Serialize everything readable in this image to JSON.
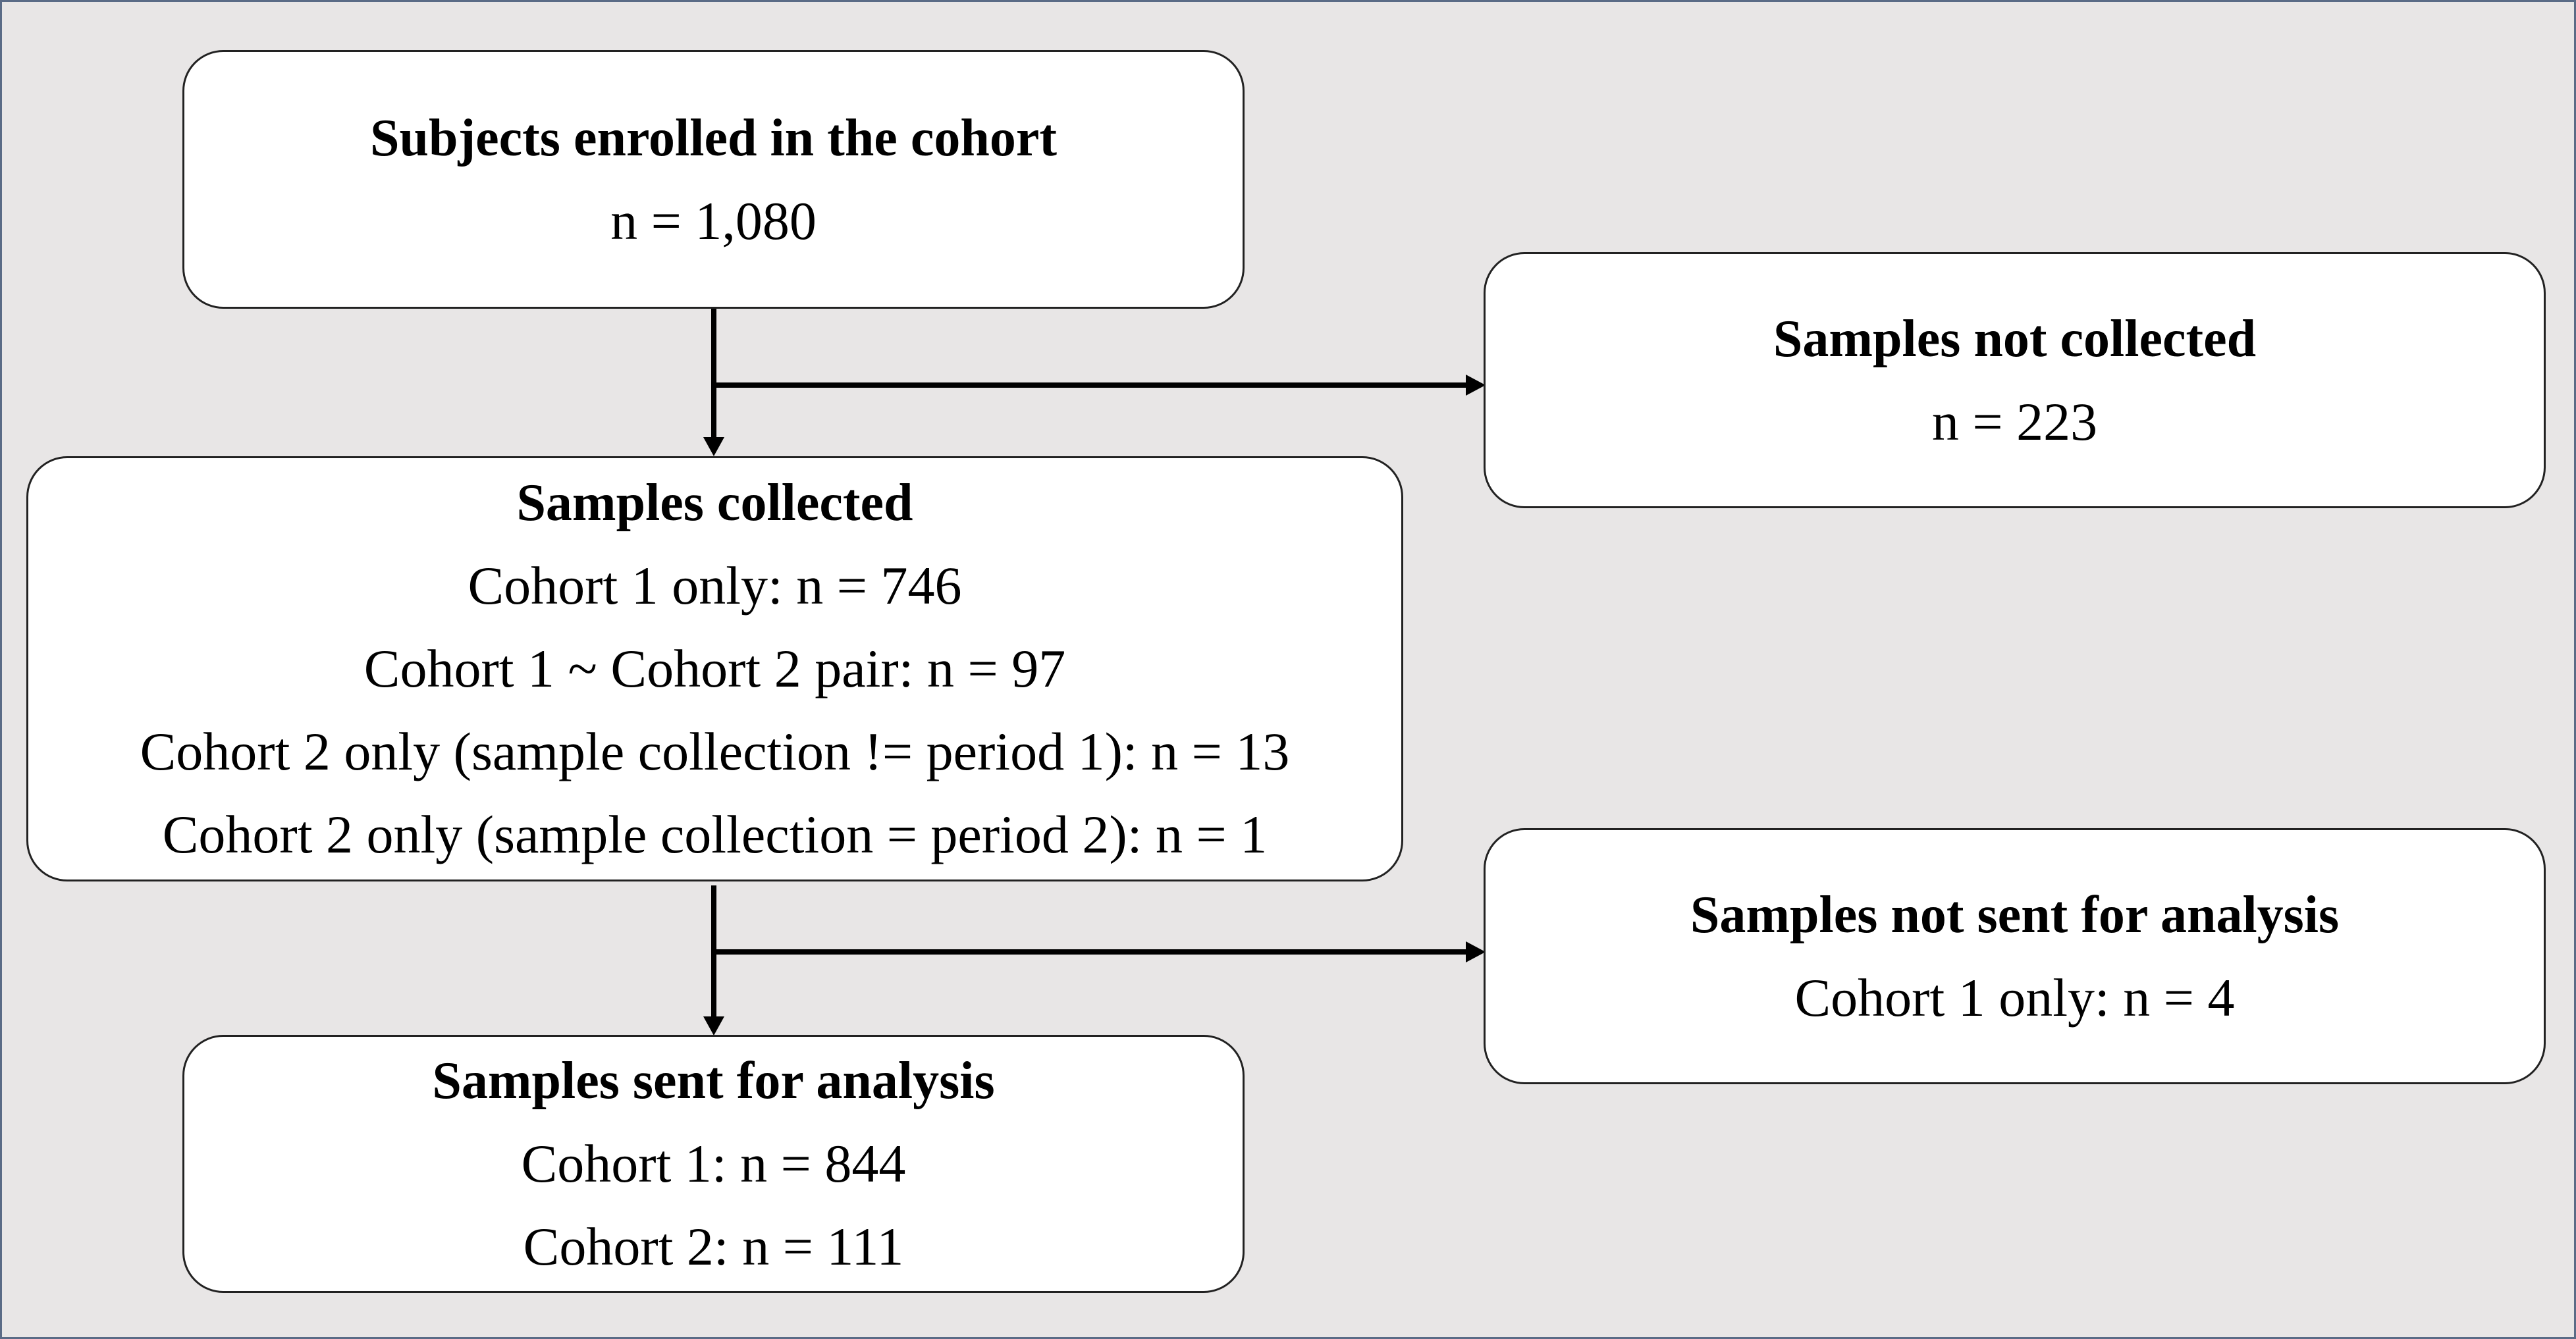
{
  "flowchart": {
    "enrolled": {
      "title": "Subjects enrolled in the cohort",
      "lines": [
        "n = 1,080"
      ]
    },
    "not_collected": {
      "title": "Samples not collected",
      "lines": [
        "n = 223"
      ]
    },
    "collected": {
      "title": "Samples collected",
      "lines": [
        "Cohort 1 only: n = 746",
        "Cohort 1 ~ Cohort 2 pair: n = 97",
        "Cohort 2 only (sample collection != period 1): n = 13",
        "Cohort 2 only (sample collection = period 2): n = 1"
      ]
    },
    "not_sent": {
      "title": "Samples not sent for analysis",
      "lines": [
        "Cohort 1 only: n = 4"
      ]
    },
    "sent": {
      "title": "Samples sent for analysis",
      "lines": [
        "Cohort 1: n = 844",
        "Cohort 2: n = 111"
      ]
    }
  },
  "colors": {
    "background": "#e8e6e6",
    "box_fill": "#ffffff",
    "box_border": "#222222",
    "arrow": "#000000",
    "frame_border": "#5a6b86"
  }
}
